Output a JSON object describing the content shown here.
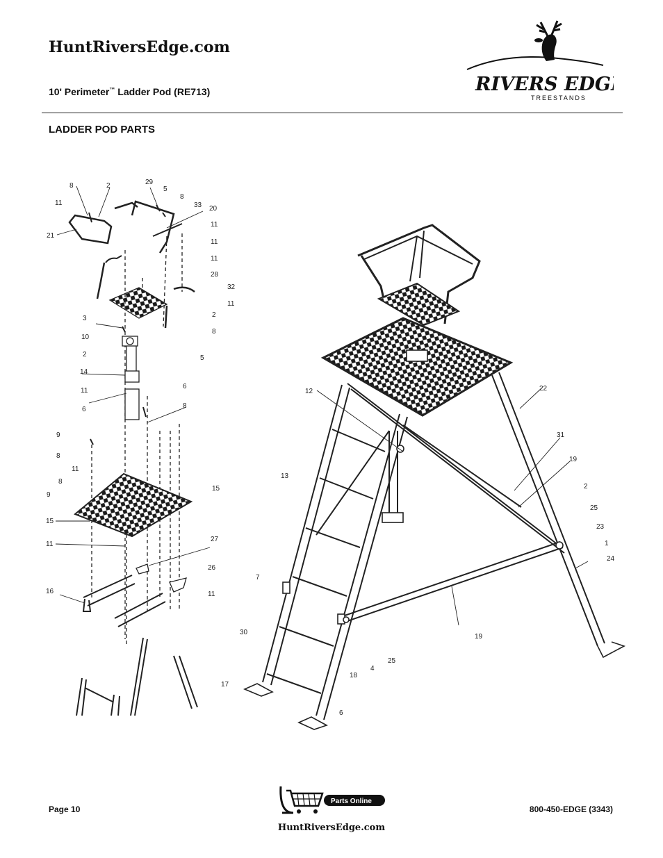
{
  "header": {
    "site_title": "HuntRiversEdge.com",
    "product_name": "10' Perimeter",
    "product_tm": "™",
    "product_suffix": " Ladder Pod (RE713)",
    "section_title": "LADDER POD PARTS"
  },
  "logo": {
    "brand_text": "RIVERS EDGE",
    "sub_text": "TREESTANDS"
  },
  "parts_badge": {
    "label": "Parts Online"
  },
  "footer": {
    "page": "Page 10",
    "phone": "800-450-EDGE (3343)",
    "site": "HuntRiversEdge.com"
  },
  "callouts": {
    "exploded": [
      "8",
      "2",
      "29",
      "5",
      "8",
      "33",
      "20",
      "11",
      "11",
      "21",
      "11",
      "11",
      "28",
      "32",
      "11",
      "2",
      "8",
      "5",
      "3",
      "10",
      "2",
      "14",
      "11",
      "6",
      "6",
      "8",
      "9",
      "8",
      "11",
      "8",
      "9",
      "15",
      "15",
      "11",
      "27",
      "26",
      "11",
      "16"
    ],
    "assembled": [
      "12",
      "22",
      "31",
      "19",
      "13",
      "2",
      "25",
      "23",
      "1",
      "24",
      "7",
      "19",
      "30",
      "18",
      "4",
      "25",
      "17",
      "6"
    ]
  }
}
